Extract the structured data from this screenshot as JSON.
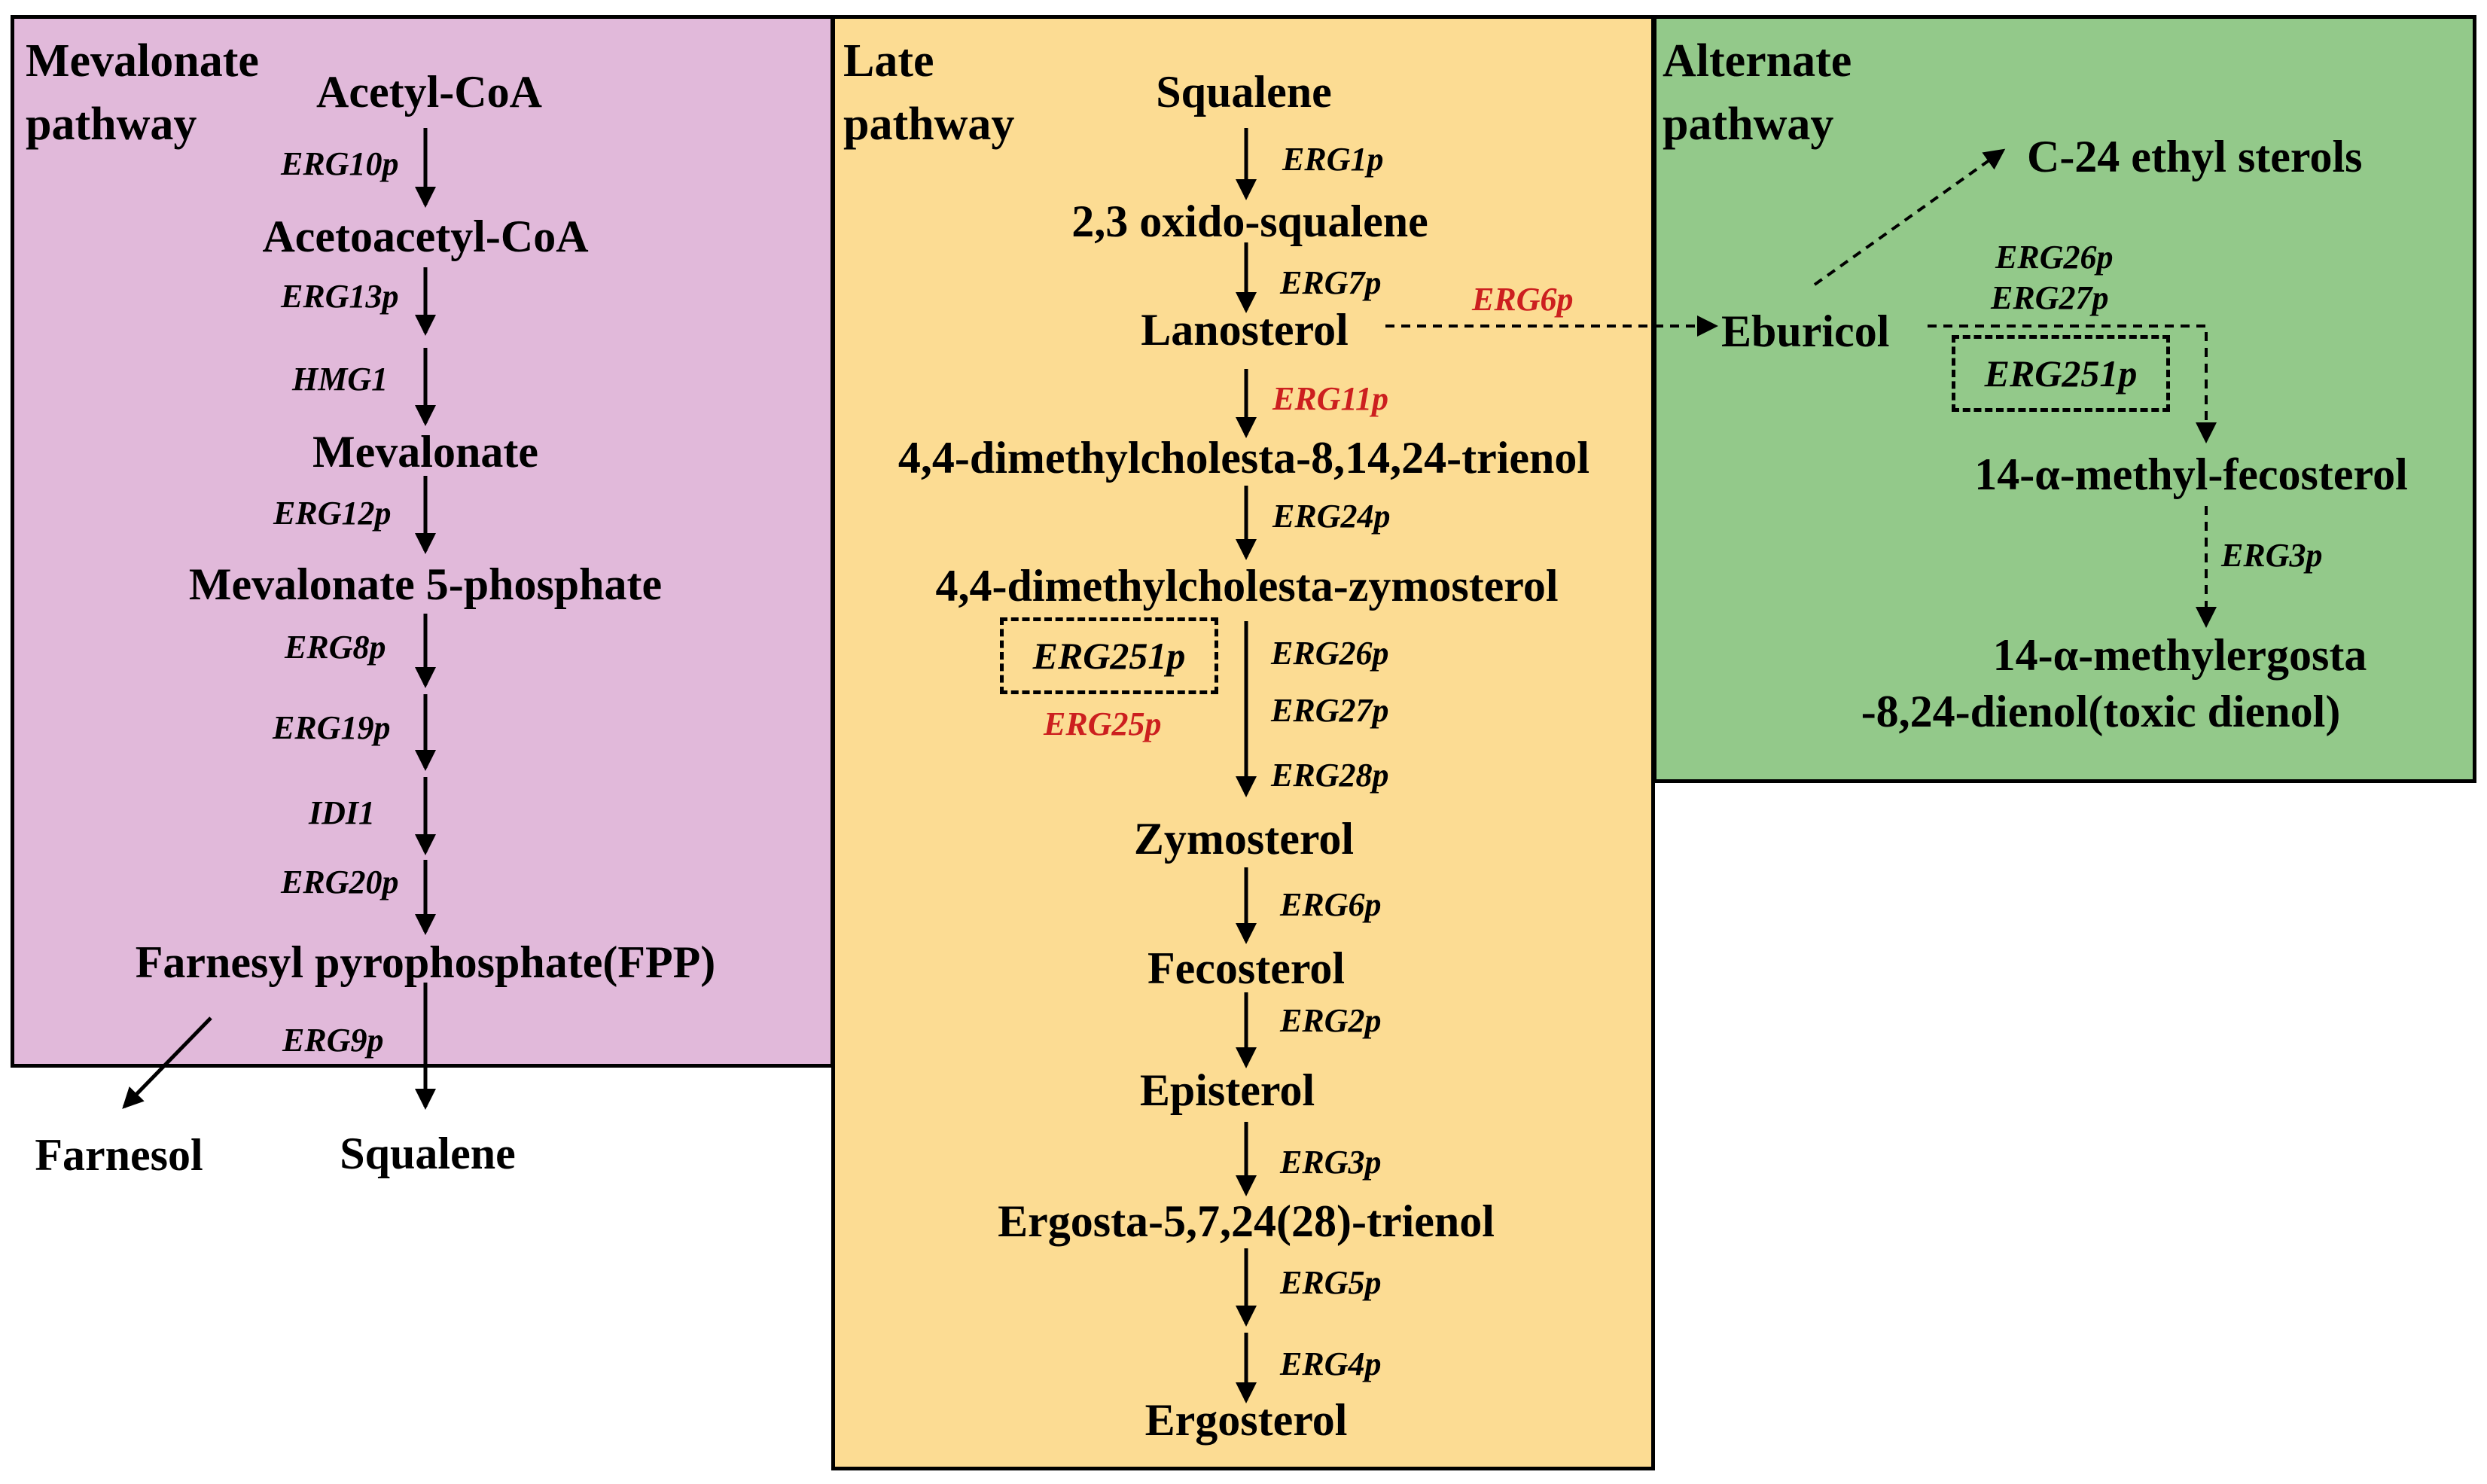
{
  "colors": {
    "mevalonate_panel": "#e1b9da",
    "late_panel": "#fcdc93",
    "alternate_panel": "#93c98a",
    "highlight_enzyme": "#cc1f1f",
    "line": "#000000"
  },
  "mevalonate": {
    "title": "Mevalonate\npathway",
    "acetyl_coa": "Acetyl-CoA",
    "erg10p": "ERG10p",
    "acetoacetyl_coa": "Acetoacetyl-CoA",
    "erg13p": "ERG13p",
    "hmg1": "HMG1",
    "mevalonate": "Mevalonate",
    "erg12p": "ERG12p",
    "mevalonate_5_phosphate": "Mevalonate 5-phosphate",
    "erg8p": "ERG8p",
    "erg19p": "ERG19p",
    "idi1": "IDI1",
    "erg20p": "ERG20p",
    "fpp": "Farnesyl pyrophosphate(FPP)",
    "erg9p": "ERG9p",
    "farnesol": "Farnesol",
    "squalene": "Squalene"
  },
  "late": {
    "title": "Late\npathway",
    "squalene": "Squalene",
    "erg1p": "ERG1p",
    "oxidosqualene": "2,3 oxido-squalene",
    "erg7p": "ERG7p",
    "lanosterol": "Lanosterol",
    "erg6p_branch": "ERG6p",
    "erg11p": "ERG11p",
    "trienol": "4,4-dimethylcholesta-8,14,24-trienol",
    "erg24p": "ERG24p",
    "zymosterol_precursor": "4,4-dimethylcholesta-zymosterol",
    "erg251p_box": "ERG251p",
    "erg25p": "ERG25p",
    "erg26p": "ERG26p",
    "erg27p": "ERG27p",
    "erg28p": "ERG28p",
    "zymosterol": "Zymosterol",
    "erg6p": "ERG6p",
    "fecosterol": "Fecosterol",
    "erg2p": "ERG2p",
    "episterol": "Episterol",
    "erg3p": "ERG3p",
    "ergosta_trienol": "Ergosta-5,7,24(28)-trienol",
    "erg5p": "ERG5p",
    "erg4p": "ERG4p",
    "ergosterol": "Ergosterol"
  },
  "alternate": {
    "title": "Alternate\npathway",
    "c24_ethyl_sterols": "C-24 ethyl sterols",
    "eburicol": "Eburicol",
    "erg26p": "ERG26p",
    "erg27p": "ERG27p",
    "erg251p_box": "ERG251p",
    "methyl_fecosterol": "14-α-methyl-fecosterol",
    "erg3p": "ERG3p",
    "toxic_dienol_line1": "14-α-methylergosta",
    "toxic_dienol_line2": "-8,24-dienol(toxic dienol)"
  }
}
